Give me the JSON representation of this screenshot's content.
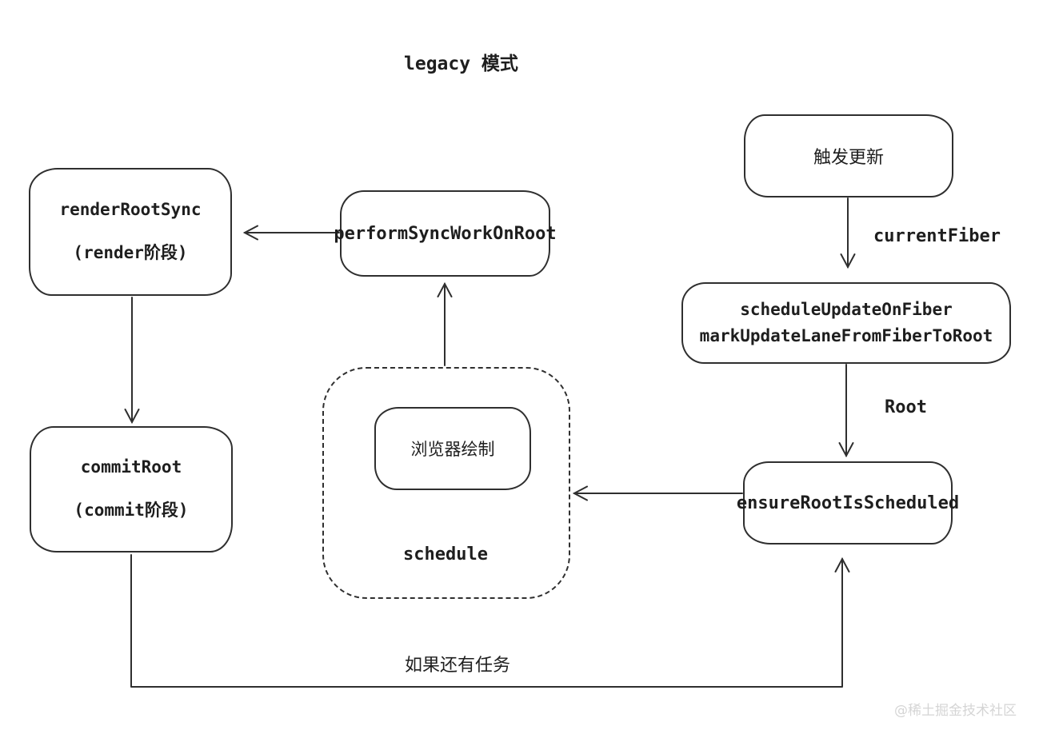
{
  "title": "legacy 模式",
  "nodes": {
    "trigger_update": {
      "label": "触发更新"
    },
    "schedule_update_on_fiber": {
      "line1": "scheduleUpdateOnFiber",
      "line2": "markUpdateLaneFromFiberToRoot"
    },
    "ensure_root_is_scheduled": {
      "label": "ensureRootIsScheduled"
    },
    "browser_paint": {
      "label": "浏览器绘制"
    },
    "schedule_group": {
      "label": "schedule"
    },
    "perform_sync_work_on_root": {
      "label": "performSyncWorkOnRoot"
    },
    "render_root_sync": {
      "line1": "renderRootSync",
      "line2": "(render阶段)"
    },
    "commit_root": {
      "line1": "commitRoot",
      "line2": "(commit阶段)"
    }
  },
  "edge_labels": {
    "current_fiber": "currentFiber",
    "root": "Root",
    "if_more_tasks": "如果还有任务"
  },
  "watermark": "@稀土掘金技术社区",
  "colors": {
    "stroke": "#2f2f2f",
    "text": "#1e1e1e",
    "background": "#ffffff",
    "watermark": "#d5d5d5"
  }
}
